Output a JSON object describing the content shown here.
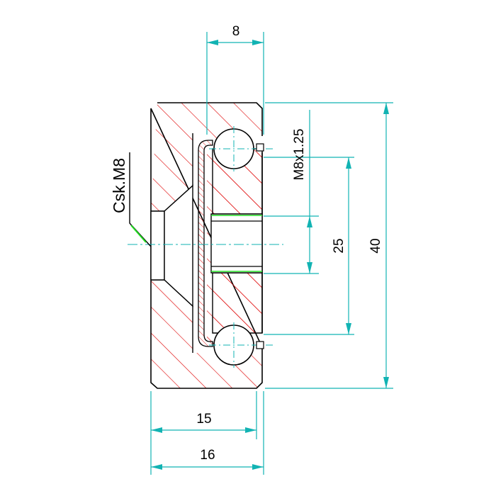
{
  "colors": {
    "outline": "#000000",
    "hatch": "#e01010",
    "dimension": "#12b3b3",
    "accent": "#22dd22",
    "background": "#ffffff"
  },
  "dimensions": {
    "top_width": "8",
    "bore_width": "15",
    "overall_width": "16",
    "thread": "M8x1.25",
    "center_height": "25",
    "overall_height": "40",
    "countersink": "Csk.M8"
  }
}
